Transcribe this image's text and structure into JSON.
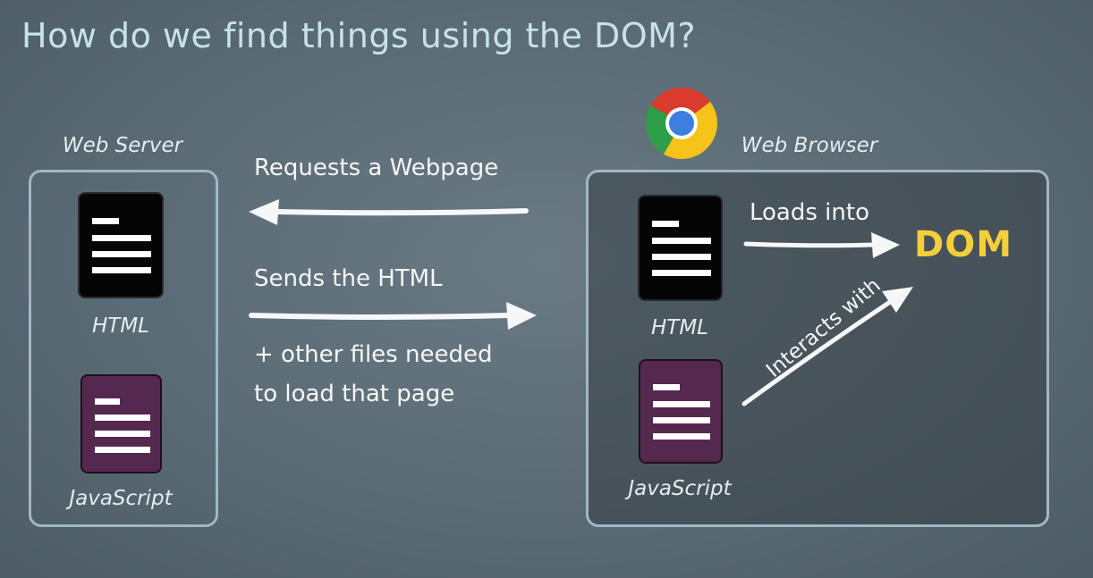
{
  "title": "How do we find things using the DOM?",
  "server": {
    "caption": "Web Server",
    "html_label": "HTML",
    "js_label": "JavaScript"
  },
  "browser": {
    "caption": "Web Browser",
    "html_label": "HTML",
    "js_label": "JavaScript",
    "dom_label": "DOM"
  },
  "arrows": {
    "request": "Requests a Webpage",
    "send": "Sends the HTML",
    "other_line1": "+ other files needed",
    "other_line2": "to load that page",
    "loads": "Loads into",
    "interacts": "Interacts with"
  },
  "icons": {
    "browser_logo": "chrome-logo-icon",
    "html_file": "html-document-icon",
    "js_file": "javascript-document-icon"
  },
  "colors": {
    "dom": "#f4cf3a",
    "js_doc": "#55294f",
    "html_doc": "#050505",
    "title": "#c6e2ea"
  }
}
